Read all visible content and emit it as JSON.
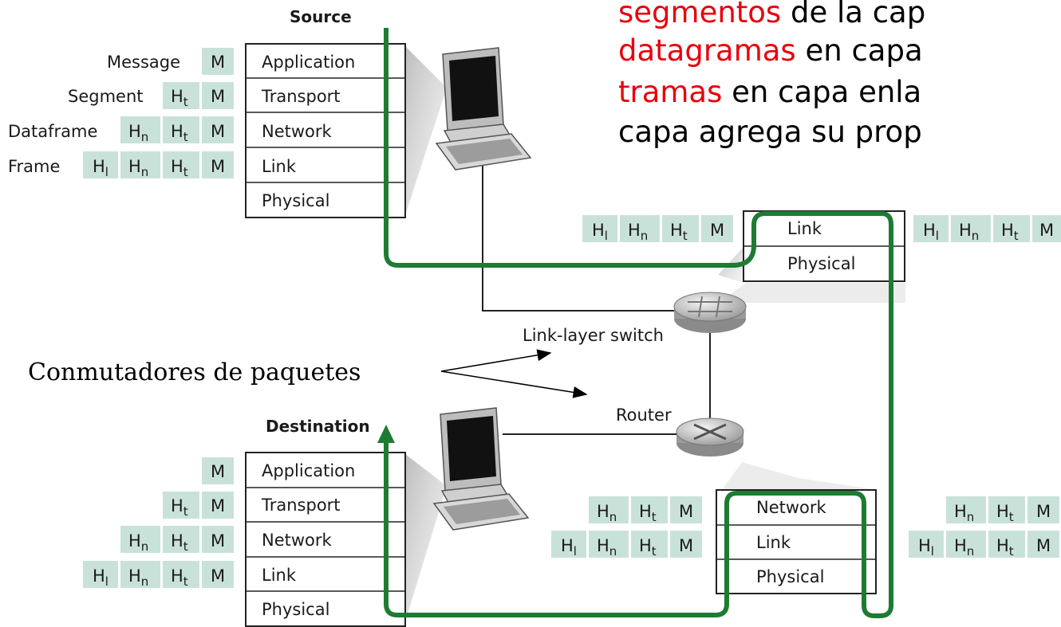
{
  "title_lines": [
    {
      "red": "segmentos",
      "rest": " de la cap"
    },
    {
      "red": "datagramas",
      "rest": " en capa"
    },
    {
      "red": "tramas",
      "rest": " en capa enla"
    },
    {
      "red": "",
      "rest": "capa agrega su prop"
    }
  ],
  "source_label": "Source",
  "destination_label": "Destination",
  "layers5": [
    "Application",
    "Transport",
    "Network",
    "Link",
    "Physical"
  ],
  "switch_layers": [
    "Link",
    "Physical"
  ],
  "router_layers": [
    "Network",
    "Link",
    "Physical"
  ],
  "pdu_labels": [
    "Message",
    "Segment",
    "Dataframe",
    "Frame"
  ],
  "header_M": "M",
  "header_H": "H",
  "sub_t": "t",
  "sub_n": "n",
  "sub_l": "l",
  "switch_label": "Link-layer switch",
  "router_label": "Router",
  "packet_switches_label": "Conmutadores de paquetes",
  "colors": {
    "cell": "#c9e2d9",
    "path": "#1e7b32",
    "accent_red": "#e8000d",
    "shadow": "#d0d0d0"
  },
  "icons": [
    "computer-icon",
    "switch-icon",
    "router-icon"
  ]
}
